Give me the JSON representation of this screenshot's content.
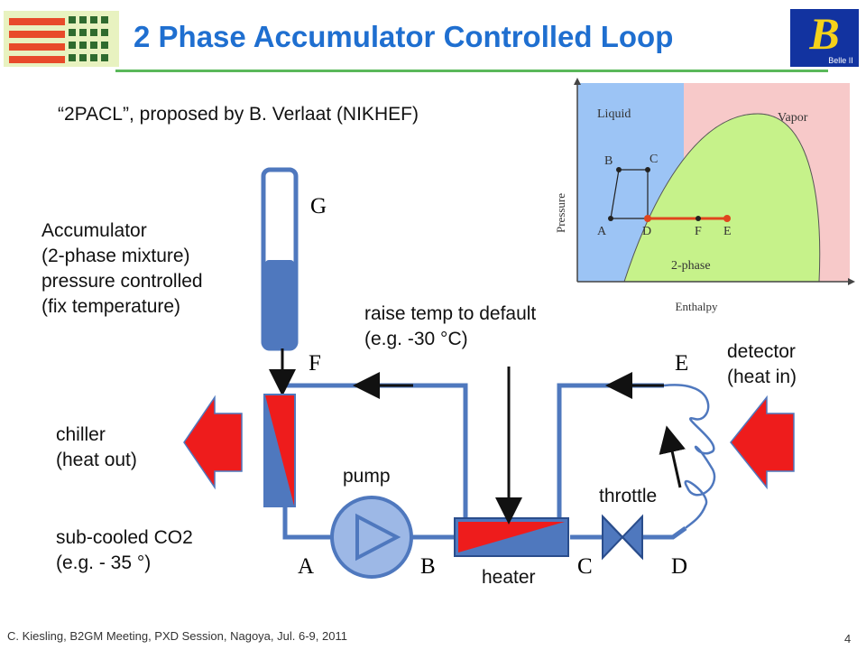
{
  "title": "2 Phase Accumulator Controlled  Loop",
  "subtitle": "“2PACL”, proposed by B. Verlaat (NIKHEF)",
  "logos": {
    "right_text": "Belle II"
  },
  "accumulator": {
    "lines": [
      "Accumulator",
      "(2-phase mixture)",
      "pressure controlled",
      "(fix temperature)"
    ]
  },
  "chiller": {
    "lines": [
      "chiller",
      "(heat out)"
    ]
  },
  "subcooled": {
    "lines": [
      "sub-cooled CO2",
      "(e.g. - 35 °)"
    ]
  },
  "raise_temp": {
    "lines": [
      "raise temp to default",
      "(e.g. -30 °C)"
    ]
  },
  "detector": {
    "lines": [
      "detector",
      "(heat in)"
    ]
  },
  "pump_label": "pump",
  "throttle_label": "throttle",
  "heater_label": "heater",
  "points": {
    "G": "G",
    "F": "F",
    "E": "E",
    "A": "A",
    "B": "B",
    "C": "C",
    "D": "D"
  },
  "phase_diagram": {
    "region_liquid": "Liquid",
    "region_vapor": "Vapor",
    "region_two_phase": "2-phase",
    "axis_y": "Pressure",
    "axis_x": "Enthalpy",
    "points": {
      "A": "A",
      "B": "B",
      "C": "C",
      "D": "D",
      "E": "E",
      "F": "F"
    }
  },
  "footer": "C. Kiesling, B2GM Meeting, PXD Session, Nagoya, Jul. 6-9, 2011",
  "page_number": "4",
  "colors": {
    "title": "#1f6fd0",
    "rule": "#5ab85a",
    "pipe": "#4f78be",
    "red": "#ee1c1c",
    "liquid": "#9cc4f5",
    "vapor": "#f7c9c9",
    "two_phase": "#c6f28a",
    "process_line": "#e0451d"
  }
}
